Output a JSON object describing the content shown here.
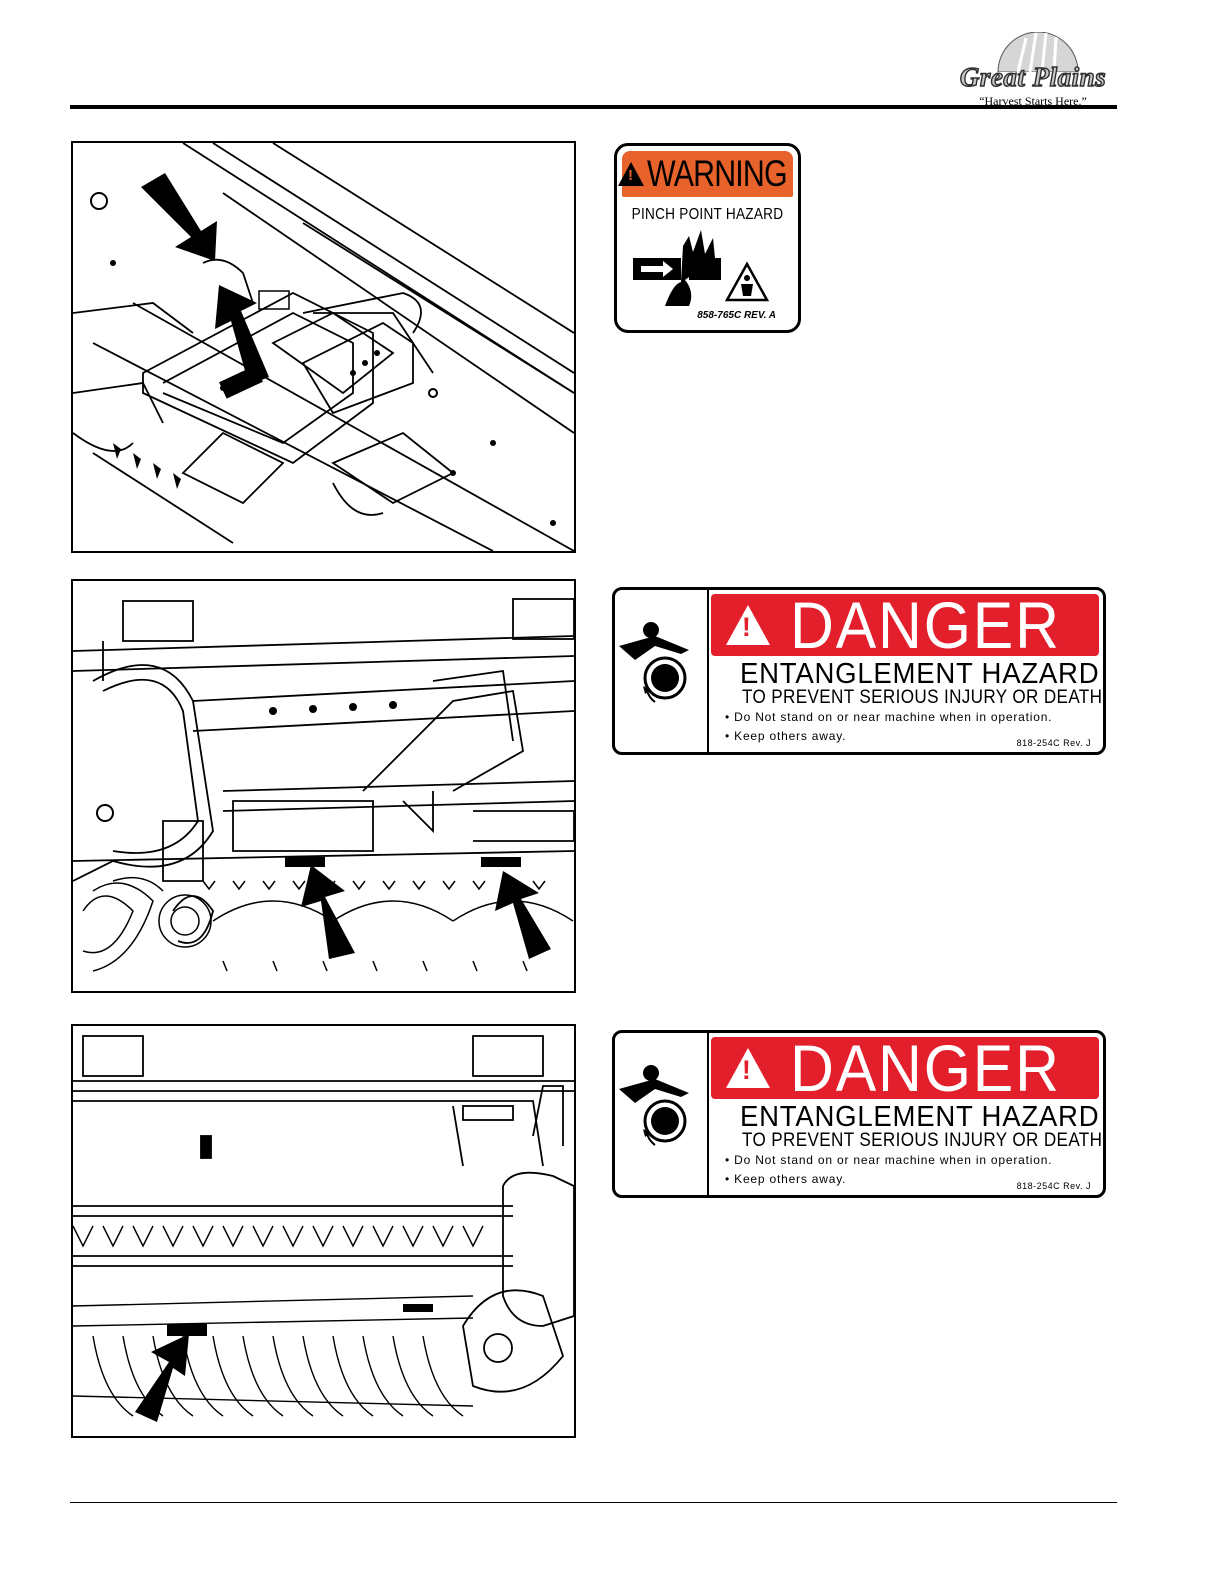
{
  "header": {
    "logo_word": "Great Plains",
    "logo_tagline": "“Harvest Starts Here.”"
  },
  "decals": {
    "warning": {
      "signal_word": "WARNING",
      "hazard": "PINCH POINT HAZARD",
      "code": "858-765C REV. A",
      "header_color": "#e8632b"
    },
    "danger_1": {
      "signal_word": "DANGER",
      "hazard": "ENTANGLEMENT HAZARD",
      "prevent": "TO PREVENT SERIOUS INJURY OR DEATH",
      "line1": "• Do Not stand on or near machine when in operation.",
      "line2": "• Keep others away.",
      "code": "818-254C Rev. J",
      "header_color": "#e21f2b"
    },
    "danger_2": {
      "signal_word": "DANGER",
      "hazard": "ENTANGLEMENT HAZARD",
      "prevent": "TO PREVENT SERIOUS INJURY OR DEATH",
      "line1": "• Do Not stand on or near machine when in operation.",
      "line2": "• Keep others away.",
      "code": "818-254C Rev. J",
      "header_color": "#e21f2b"
    }
  }
}
